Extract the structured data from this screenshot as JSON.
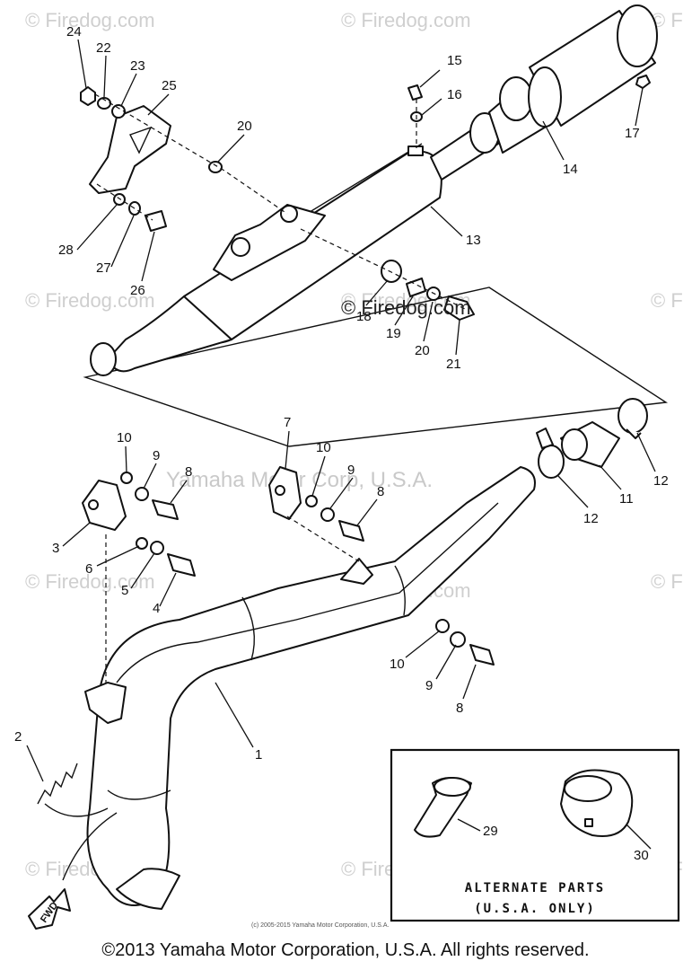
{
  "watermarks": [
    "© Firedog.com",
    "© Firedog.com",
    "© F",
    "© Firedog.com",
    "© Firedog.com",
    "© F",
    "© Firedog.com",
    "© Firedog.com",
    "© F",
    "© Firedog.com",
    "© Firedog.com",
    "© F"
  ],
  "center_watermark": "© Firedog.com",
  "yamaha_watermark": "Yamaha Motor Corp, U.S.A.",
  "callouts": [
    "24",
    "22",
    "23",
    "25",
    "20",
    "28",
    "27",
    "26",
    "15",
    "16",
    "17",
    "14",
    "13",
    "18",
    "19",
    "20",
    "21",
    "10",
    "9",
    "8",
    "7",
    "10",
    "9",
    "8",
    "3",
    "6",
    "5",
    "4",
    "12",
    "11",
    "12",
    "10",
    "9",
    "8",
    "1",
    "2",
    "29",
    "30"
  ],
  "fwd_label": "FWD",
  "alternate_box": {
    "title_line1": "ALTERNATE PARTS",
    "title_line2": "(U.S.A. ONLY)"
  },
  "small_copyright": "(c) 2005-2015 Yamaha Motor Corporation, U.S.A.",
  "copyright": "©2013 Yamaha Motor Corporation, U.S.A. All rights reserved."
}
